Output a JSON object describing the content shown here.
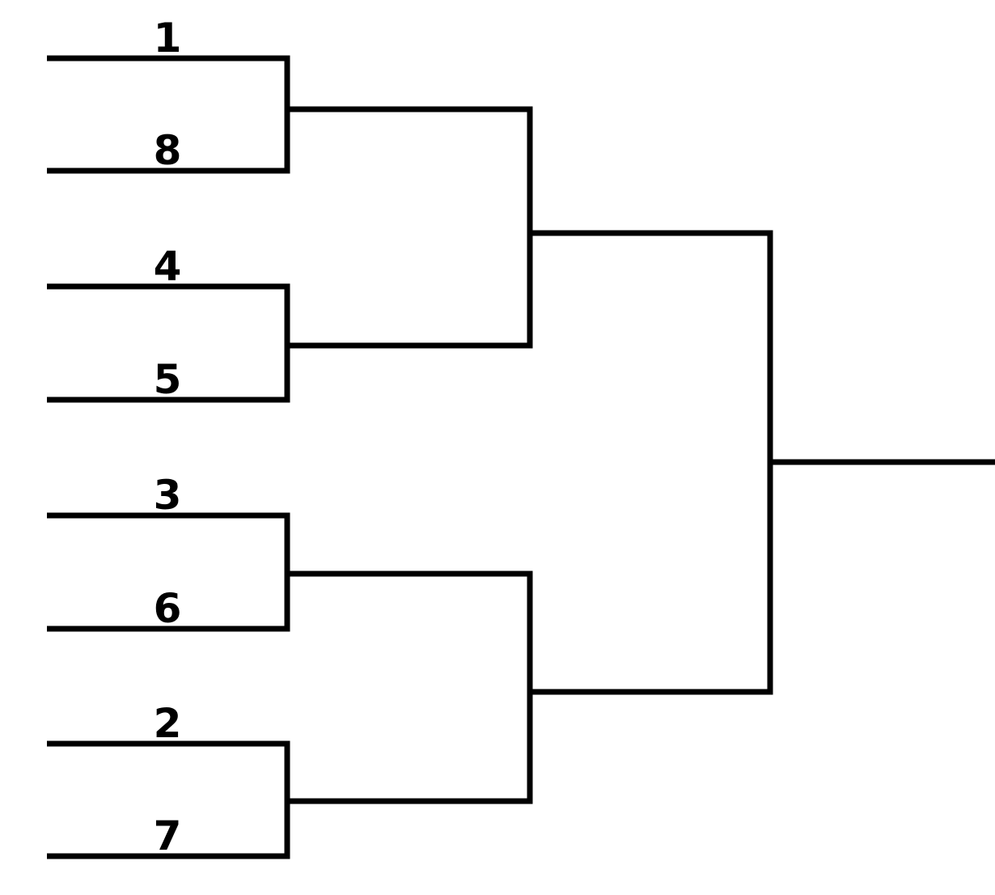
{
  "page": {
    "background_color": "#ffffff"
  },
  "diagram": {
    "title": "8-team single-elimination tournament bracket",
    "type": "single-elimination-bracket",
    "team_count": 8,
    "round_count": 3,
    "line_color": "#000000",
    "seed_labels": [
      "1",
      "8",
      "4",
      "5",
      "3",
      "6",
      "2",
      "7"
    ],
    "matchups": [
      {
        "round": "quarterfinal",
        "top_seed": "1",
        "bottom_seed": "8"
      },
      {
        "round": "quarterfinal",
        "top_seed": "4",
        "bottom_seed": "5"
      },
      {
        "round": "quarterfinal",
        "top_seed": "3",
        "bottom_seed": "6"
      },
      {
        "round": "quarterfinal",
        "top_seed": "2",
        "bottom_seed": "7"
      }
    ],
    "semifinals": [
      {
        "feeds_from": [
          "1-8",
          "4-5"
        ]
      },
      {
        "feeds_from": [
          "3-6",
          "2-7"
        ]
      }
    ],
    "final": {
      "feeds_from": [
        "semifinal-top",
        "semifinal-bottom"
      ]
    }
  }
}
